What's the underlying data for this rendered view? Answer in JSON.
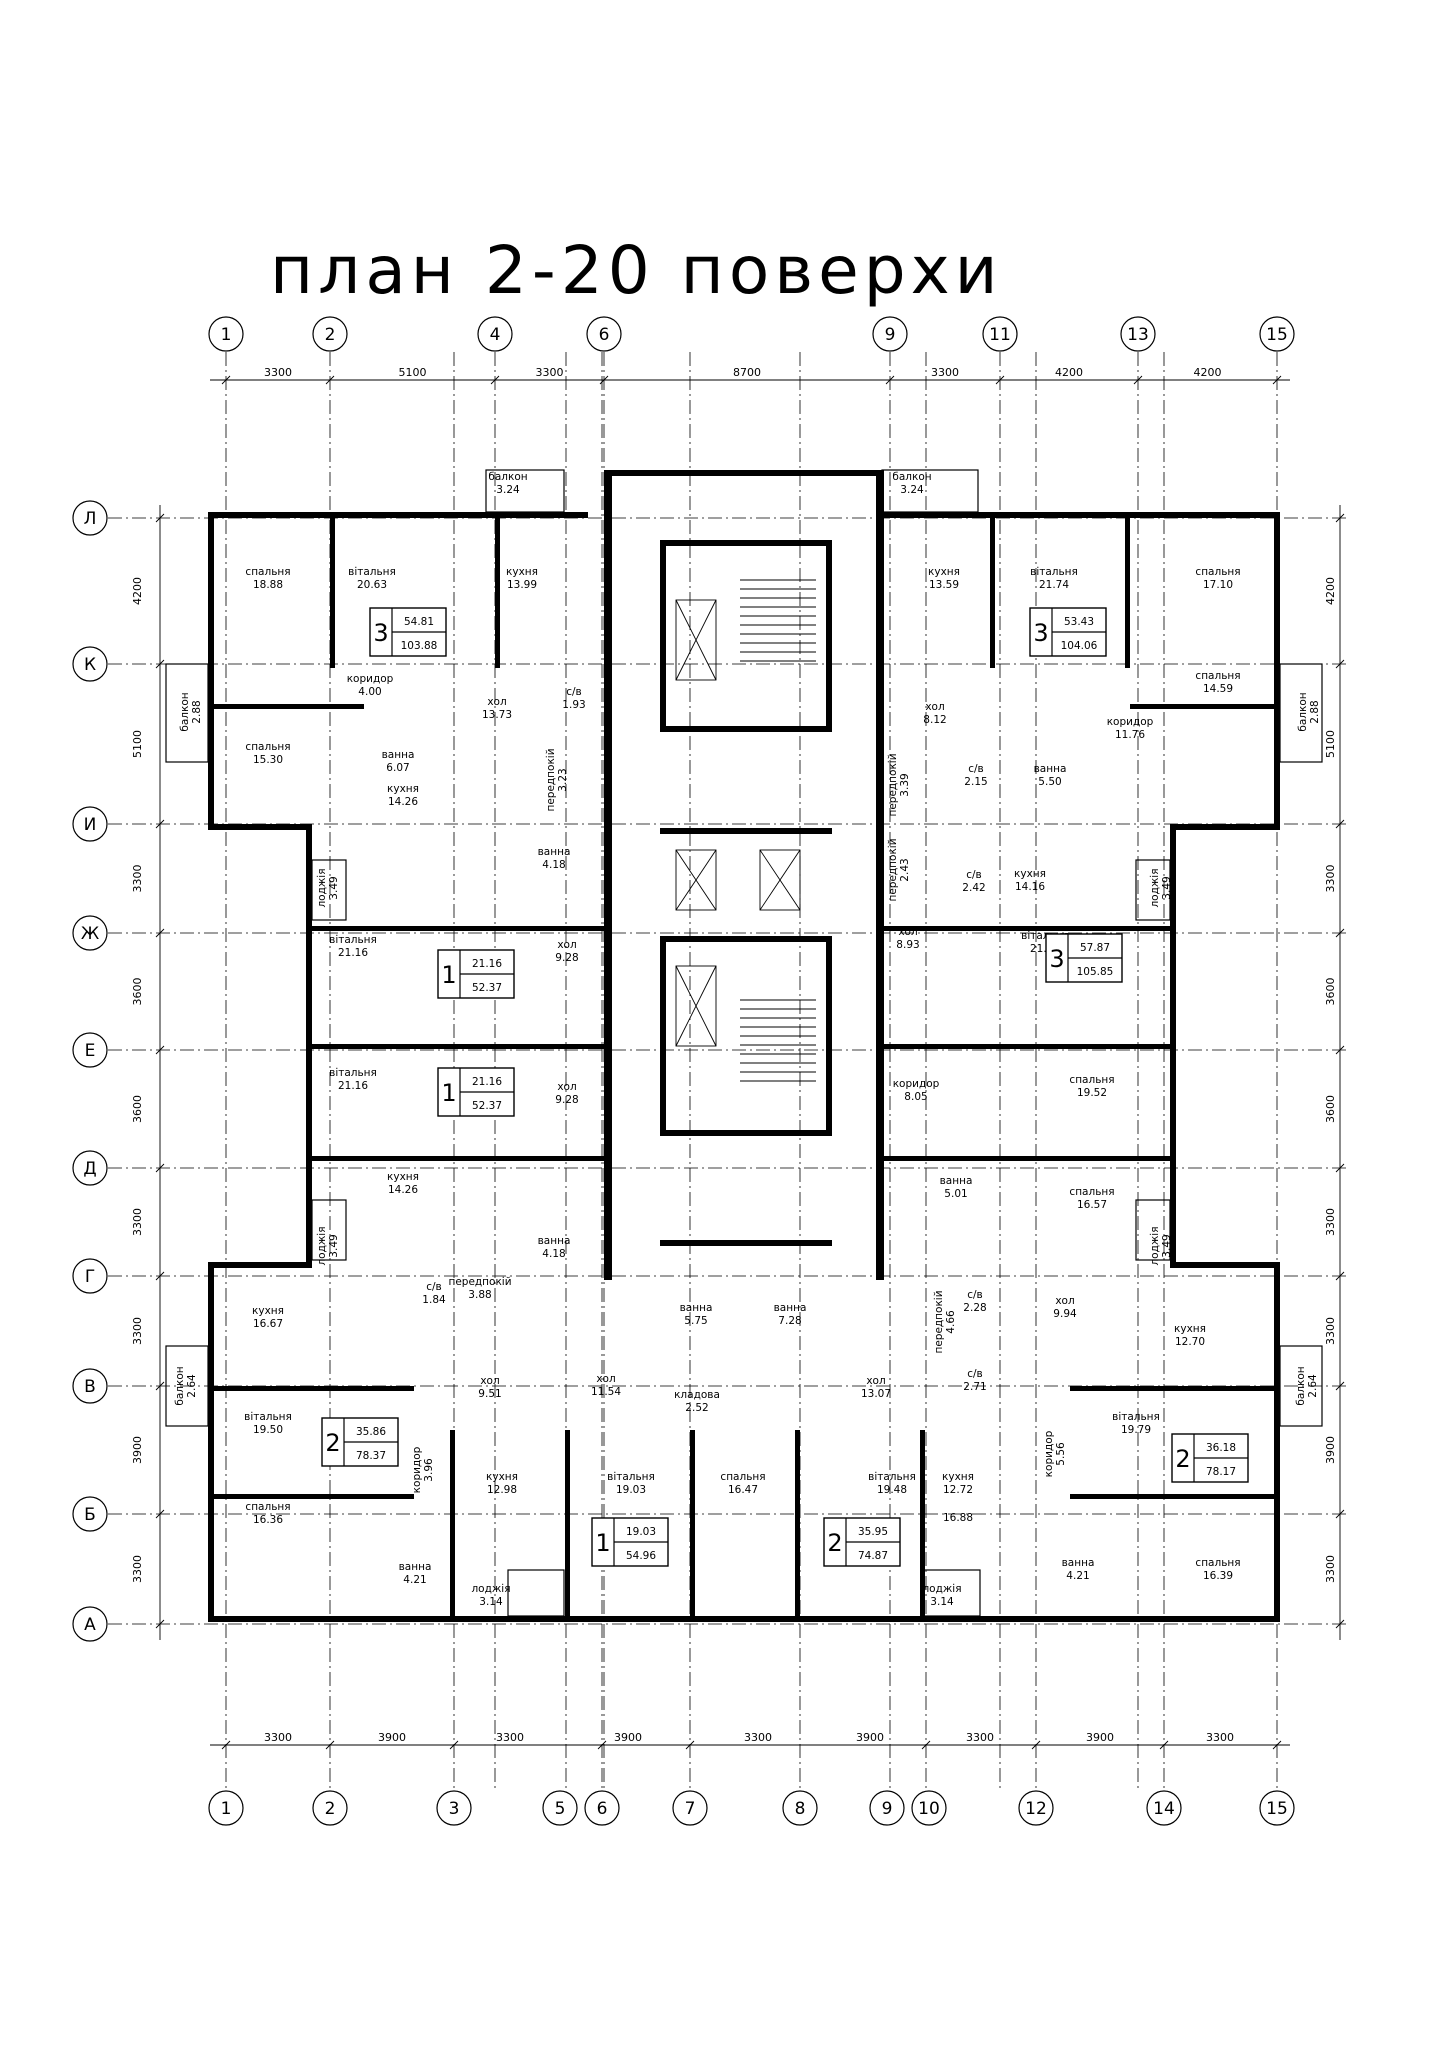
{
  "title": "план 2-20 поверхи",
  "axes_top": [
    "1",
    "2",
    "4",
    "6",
    "9",
    "11",
    "13",
    "15"
  ],
  "axes_bottom": [
    "1",
    "2",
    "3",
    "5",
    "6",
    "7",
    "8",
    "9",
    "10",
    "12",
    "14",
    "15"
  ],
  "axes_side": [
    "Л",
    "К",
    "И",
    "Ж",
    "Е",
    "Д",
    "Г",
    "В",
    "Б",
    "А"
  ],
  "dims_top": [
    "3300",
    "5100",
    "3300",
    "8700",
    "3300",
    "4200",
    "4200"
  ],
  "dims_bottom": [
    "3300",
    "3900",
    "3300",
    "3900",
    "3300",
    "3900",
    "3300",
    "3900",
    "3300"
  ],
  "dims_left": [
    "4200",
    "5100",
    "3300",
    "3600",
    "3600",
    "3300",
    "3300",
    "3900",
    "3300"
  ],
  "dims_right": [
    "4200",
    "5100",
    "3300",
    "3600",
    "3600",
    "3300",
    "3300",
    "3900",
    "3300"
  ],
  "rooms": [
    {
      "name": "спальня",
      "area": "18.88"
    },
    {
      "name": "вітальня",
      "area": "20.63"
    },
    {
      "name": "кухня",
      "area": "13.99"
    },
    {
      "name": "коридор",
      "area": "4.00"
    },
    {
      "name": "хол",
      "area": "13.73"
    },
    {
      "name": "с/в",
      "area": "1.93"
    },
    {
      "name": "спальня",
      "area": "15.30"
    },
    {
      "name": "ванна",
      "area": "6.07"
    },
    {
      "name": "передпокій",
      "area": "3.23"
    },
    {
      "name": "балкон",
      "area": "2.88"
    },
    {
      "name": "балкон",
      "area": "3.24"
    },
    {
      "name": "кухня",
      "area": "14.26"
    },
    {
      "name": "ванна",
      "area": "4.18"
    },
    {
      "name": "лоджія",
      "area": "3.49"
    },
    {
      "name": "вітальня",
      "area": "21.16"
    },
    {
      "name": "хол",
      "area": "9.28"
    },
    {
      "name": "вітальня",
      "area": "21.16"
    },
    {
      "name": "хол",
      "area": "9.28"
    },
    {
      "name": "кухня",
      "area": "14.26"
    },
    {
      "name": "ванна",
      "area": "4.18"
    },
    {
      "name": "лоджія",
      "area": "3.49"
    },
    {
      "name": "кухня",
      "area": "16.67"
    },
    {
      "name": "с/в",
      "area": "1.84"
    },
    {
      "name": "передпокій",
      "area": "3.88"
    },
    {
      "name": "хол",
      "area": "9.51"
    },
    {
      "name": "балкон",
      "area": "2.64"
    },
    {
      "name": "вітальня",
      "area": "19.50"
    },
    {
      "name": "коридор",
      "area": "3.96"
    },
    {
      "name": "спальня",
      "area": "16.36"
    },
    {
      "name": "ванна",
      "area": "4.21"
    },
    {
      "name": "кухня",
      "area": "12.98"
    },
    {
      "name": "лоджія",
      "area": "3.14"
    },
    {
      "name": "хол",
      "area": "11.54"
    },
    {
      "name": "ванна",
      "area": "5.75"
    },
    {
      "name": "ванна",
      "area": "7.28"
    },
    {
      "name": "кладова",
      "area": "2.52"
    },
    {
      "name": "вітальня",
      "area": "19.03"
    },
    {
      "name": "спальня",
      "area": "16.47"
    },
    {
      "name": "хол",
      "area": "13.07"
    },
    {
      "name": "вітальня",
      "area": "19.48"
    },
    {
      "name": "кухня",
      "area": "12.72"
    },
    {
      "name": "",
      "area": "16.88"
    },
    {
      "name": "лоджія",
      "area": "3.14"
    },
    {
      "name": "балкон",
      "area": "3.24"
    },
    {
      "name": "кухня",
      "area": "13.59"
    },
    {
      "name": "вітальня",
      "area": "21.74"
    },
    {
      "name": "спальня",
      "area": "17.10"
    },
    {
      "name": "хол",
      "area": "8.12"
    },
    {
      "name": "спальня",
      "area": "14.59"
    },
    {
      "name": "коридор",
      "area": "11.76"
    },
    {
      "name": "с/в",
      "area": "2.15"
    },
    {
      "name": "ванна",
      "area": "5.50"
    },
    {
      "name": "передпокій",
      "area": "3.39"
    },
    {
      "name": "балкон",
      "area": "2.88"
    },
    {
      "name": "передпокій",
      "area": "2.43"
    },
    {
      "name": "с/в",
      "area": "2.42"
    },
    {
      "name": "кухня",
      "area": "14.16"
    },
    {
      "name": "лоджія",
      "area": "3.49"
    },
    {
      "name": "хол",
      "area": "8.93"
    },
    {
      "name": "вітальня",
      "area": "21.78"
    },
    {
      "name": "коридор",
      "area": "8.05"
    },
    {
      "name": "спальня",
      "area": "19.52"
    },
    {
      "name": "ванна",
      "area": "5.01"
    },
    {
      "name": "спальня",
      "area": "16.57"
    },
    {
      "name": "лоджія",
      "area": "3.49"
    },
    {
      "name": "хол",
      "area": "9.94"
    },
    {
      "name": "передпокій",
      "area": "4.66"
    },
    {
      "name": "с/в",
      "area": "2.28"
    },
    {
      "name": "кухня",
      "area": "12.70"
    },
    {
      "name": "с/в",
      "area": "2.71"
    },
    {
      "name": "коридор",
      "area": "5.56"
    },
    {
      "name": "вітальня",
      "area": "19.79"
    },
    {
      "name": "балкон",
      "area": "2.64"
    },
    {
      "name": "ванна",
      "area": "4.21"
    },
    {
      "name": "спальня",
      "area": "16.39"
    }
  ],
  "apartments": [
    {
      "rooms": "3",
      "living": "54.81",
      "total": "103.88"
    },
    {
      "rooms": "3",
      "living": "53.43",
      "total": "104.06"
    },
    {
      "rooms": "1",
      "living": "21.16",
      "total": "52.37"
    },
    {
      "rooms": "3",
      "living": "57.87",
      "total": "105.85"
    },
    {
      "rooms": "1",
      "living": "21.16",
      "total": "52.37"
    },
    {
      "rooms": "2",
      "living": "35.86",
      "total": "78.37"
    },
    {
      "rooms": "2",
      "living": "36.18",
      "total": "78.17"
    },
    {
      "rooms": "1",
      "living": "19.03",
      "total": "54.96"
    },
    {
      "rooms": "2",
      "living": "35.95",
      "total": "74.87"
    }
  ]
}
